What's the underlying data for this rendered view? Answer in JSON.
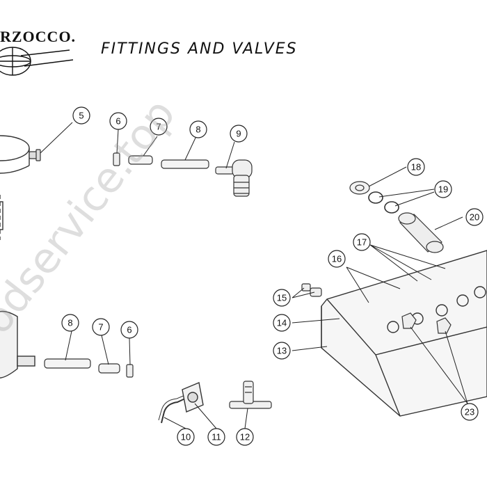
{
  "header": {
    "brand": "RZOCCO.",
    "title": "FITTINGS AND VALVES"
  },
  "watermark": "odservice.top",
  "callouts": [
    {
      "id": "c5",
      "label": "5"
    },
    {
      "id": "c6a",
      "label": "6"
    },
    {
      "id": "c7a",
      "label": "7"
    },
    {
      "id": "c8a",
      "label": "8"
    },
    {
      "id": "c9",
      "label": "9"
    },
    {
      "id": "c18",
      "label": "18"
    },
    {
      "id": "c19",
      "label": "19"
    },
    {
      "id": "c20",
      "label": "20"
    },
    {
      "id": "c17",
      "label": "17"
    },
    {
      "id": "c16",
      "label": "16"
    },
    {
      "id": "c15",
      "label": "15"
    },
    {
      "id": "c14",
      "label": "14"
    },
    {
      "id": "c13",
      "label": "13"
    },
    {
      "id": "c8b",
      "label": "8"
    },
    {
      "id": "c7b",
      "label": "7"
    },
    {
      "id": "c6b",
      "label": "6"
    },
    {
      "id": "c10",
      "label": "10"
    },
    {
      "id": "c11",
      "label": "11"
    },
    {
      "id": "c12",
      "label": "12"
    },
    {
      "id": "c23",
      "label": "23"
    }
  ]
}
